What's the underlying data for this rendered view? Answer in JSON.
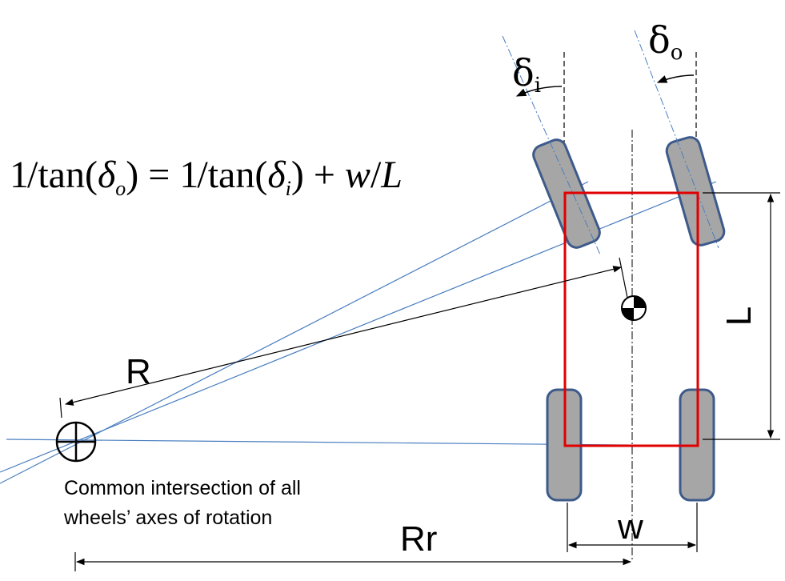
{
  "diagram": {
    "equation": {
      "one_left": "1",
      "tan_left": "tan(",
      "delta_left": "δ",
      "sub_o": "o",
      "equals": ") = ",
      "one_right": "1",
      "tan_right": "tan(",
      "delta_right": "δ",
      "sub_i": "i",
      "plus": ") + ",
      "w": "w",
      "L": "L"
    },
    "labels": {
      "delta_i_symbol": "δ",
      "delta_i_sub": "i",
      "delta_o_symbol": "δ",
      "delta_o_sub": "o",
      "R": "R",
      "Rr": "Rr",
      "w": "w",
      "L": "L",
      "caption_line1": "Common intersection of all",
      "caption_line2": "wheels’ axes of rotation"
    },
    "colors": {
      "body_outline": "#e00000",
      "wheel_fill": "#a6a6a6",
      "wheel_stroke": "#3d5a8a",
      "axis_line": "#4a7ec0",
      "dimension": "#000000"
    },
    "icons": {
      "center_of_mass": "center-of-mass-icon",
      "instant_center": "crosshair-circle-icon"
    }
  }
}
